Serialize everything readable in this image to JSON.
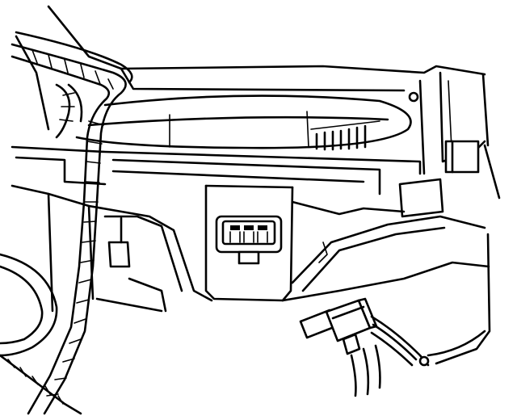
{
  "figure": {
    "kind": "line-art technical illustration",
    "line_color": "#000000",
    "background_color": "#ffffff",
    "components": [
      "blower-motor-housing",
      "motor-wiring-harness",
      "housing-electrical-connector",
      "motor-harness-connector",
      "harness-wire-bundle",
      "side-ducting"
    ],
    "connector_terminals": 3,
    "harness_wires": 3
  }
}
